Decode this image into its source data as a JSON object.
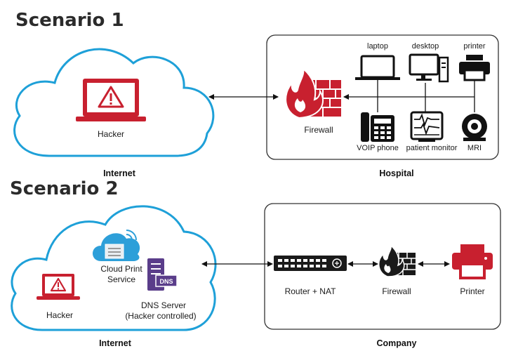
{
  "scenario1": {
    "title": "Scenario 1",
    "internet_label": "Internet",
    "hospital_label": "Hospital",
    "hacker_label": "Hacker",
    "firewall_label": "Firewall",
    "devices": {
      "laptop": "laptop",
      "desktop": "desktop",
      "printer": "printer",
      "voip": "VOIP phone",
      "monitor": "patient monitor",
      "mri": "MRI"
    }
  },
  "scenario2": {
    "title": "Scenario 2",
    "internet_label": "Internet",
    "company_label": "Company",
    "hacker_label": "Hacker",
    "cloud_print_label_1": "Cloud Print",
    "cloud_print_label_2": "Service",
    "dns_label_1": "DNS Server",
    "dns_label_2": "(Hacker controlled)",
    "dns_badge": "DNS",
    "router_label": "Router + NAT",
    "firewall_label": "Firewall",
    "printer_label": "Printer"
  },
  "colors": {
    "cloud": "#1ea0d8",
    "accent_red": "#c8202f",
    "dark": "#1a1a1a",
    "purple": "#5a3d8a",
    "cloud_blue": "#2d9fd9"
  }
}
